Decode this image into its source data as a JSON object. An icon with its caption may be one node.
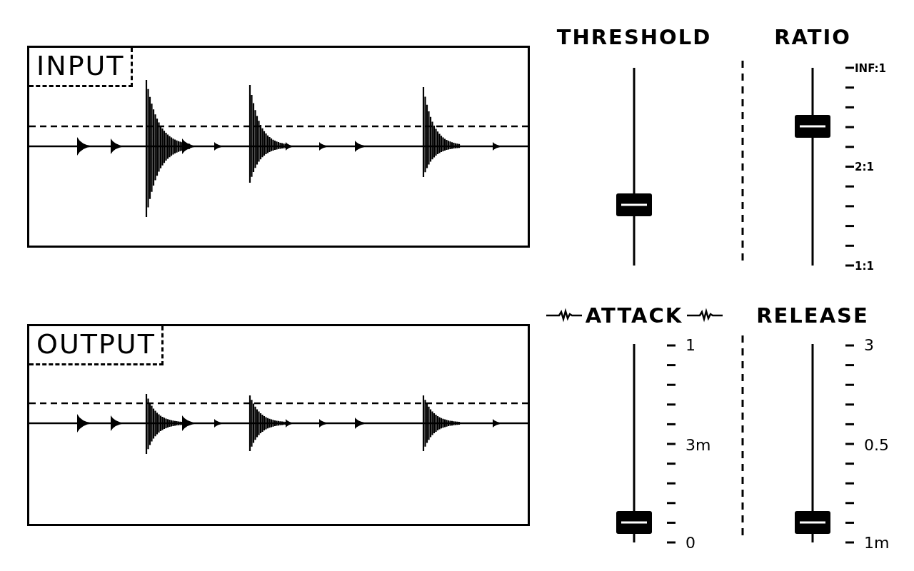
{
  "diagram": {
    "nodes": [
      {
        "text": [
          "INPUT"
        ]
      },
      {
        "text": [
          "OUTPUT"
        ]
      }
    ],
    "labels": [
      "THRESHOLD",
      "RATIO",
      "INF:1",
      "2:1",
      "1:1",
      "ATTACK",
      "RELEASE",
      "1",
      "3m",
      "0",
      "3",
      "0.5",
      "1m"
    ]
  }
}
